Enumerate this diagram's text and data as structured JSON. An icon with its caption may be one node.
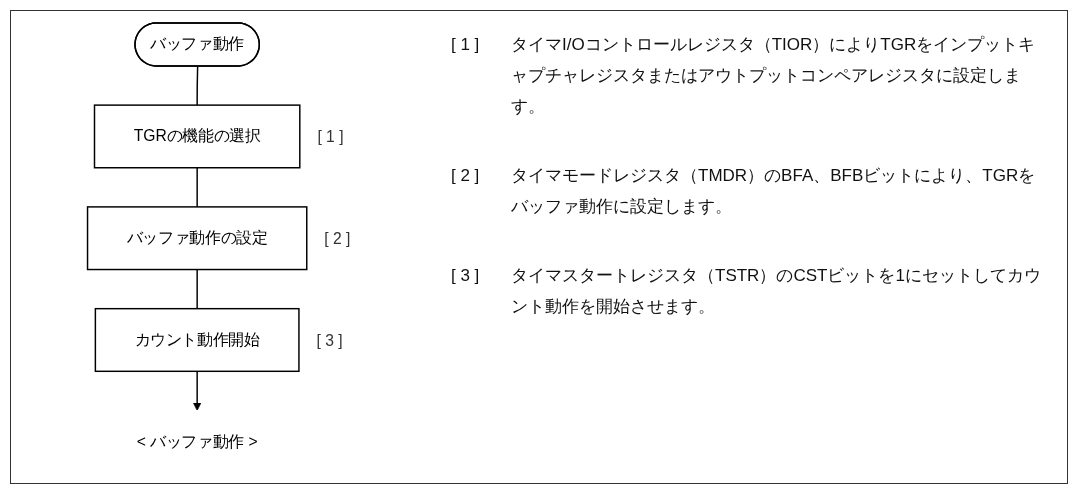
{
  "diagram": {
    "nodes": [
      {
        "text": [
          "バッファ動作"
        ]
      },
      {
        "text": [
          "TGRの機能の選択"
        ],
        "beside": [
          "[ 1 ]"
        ]
      },
      {
        "text": [
          "バッファ動作の設定"
        ],
        "beside": [
          "[ 2 ]"
        ]
      },
      {
        "text": [
          "カウント動作開始"
        ],
        "beside": [
          "[ 3 ]"
        ]
      },
      {
        "text": [
          "< バッファ動作 >"
        ]
      }
    ],
    "edges": [
      {
        "from": 0,
        "to": 1,
        "arrow": "none"
      },
      {
        "from": 1,
        "to": 2,
        "arrow": "none"
      },
      {
        "from": 2,
        "to": 3,
        "arrow": "none"
      },
      {
        "from": 3,
        "to": 4,
        "arrow": "to"
      }
    ],
    "labels": [
      "[ 1 ]",
      "タイマI/Oコントロールレジスタ（TIOR）によりTGRをインプットキャプチャレジスタまたはアウトプットコンペアレジスタに設定します。",
      "[ 2 ]",
      "タイマモードレジスタ（TMDR）のBFA、BFBビットにより、TGRをバッファ動作に設定します。",
      "[ 3 ]",
      "タイマスタートレジスタ（TSTR）のCSTビットを1にセットしてカウント動作を開始させます。"
    ]
  }
}
